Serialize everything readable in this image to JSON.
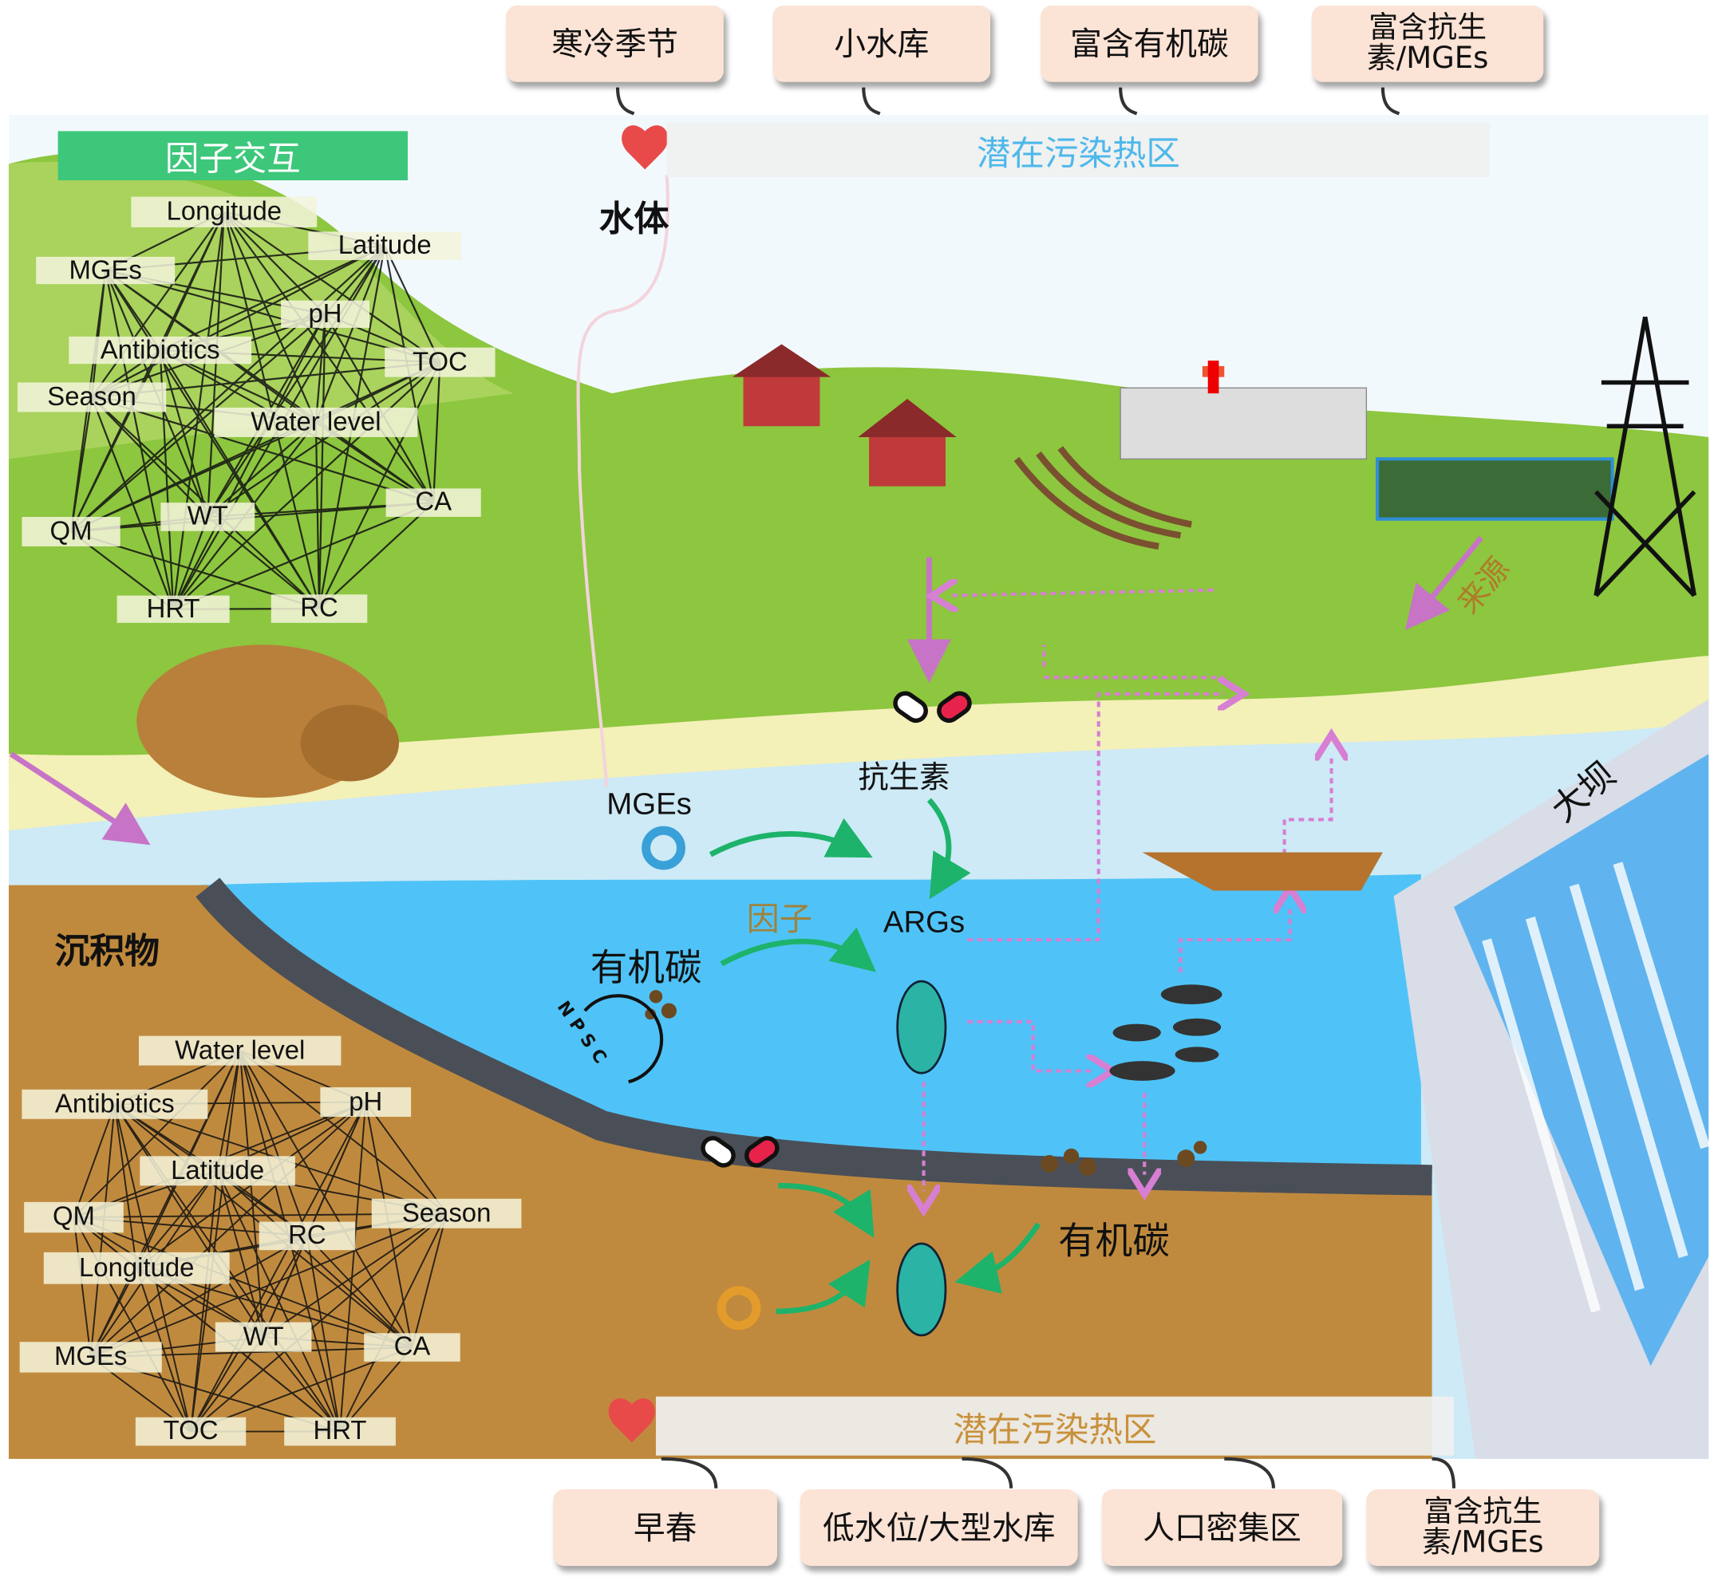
{
  "top_conditions": [
    "寒冷季节",
    "小水库",
    "富含有机碳",
    "富含抗生素/MGEs"
  ],
  "bottom_conditions": [
    "早春",
    "低水位/大型水库",
    "人口密集区",
    "富含抗生素/MGEs"
  ],
  "hotspot_top": {
    "label": "潜在污染热区",
    "color": "#4db8ea"
  },
  "hotspot_bottom": {
    "label": "潜在污染热区",
    "color": "#c8913a"
  },
  "factor_interaction_title": "因子交互",
  "zones": {
    "water": "水体",
    "sediment": "沉积物",
    "dam": "大坝",
    "source": "来源"
  },
  "network_water": [
    "Longitude",
    "Latitude",
    "MGEs",
    "pH",
    "Antibiotics",
    "TOC",
    "Season",
    "Water level",
    "CA",
    "QM",
    "WT",
    "HRT",
    "RC"
  ],
  "network_sediment": [
    "Water level",
    "Antibiotics",
    "pH",
    "Latitude",
    "QM",
    "Season",
    "RC",
    "Longitude",
    "WT",
    "CA",
    "MGEs",
    "TOC",
    "HRT"
  ],
  "labels": {
    "mges": "MGEs",
    "antibiotics": "抗生素",
    "args": "ARGs",
    "factor": "因子",
    "organic_carbon": "有机碳",
    "organic_carbon_sed": "有机碳",
    "cycle_letters": "N P S C"
  },
  "colors": {
    "green_arrow": "#1db36a",
    "pink_arrow": "#c774c6",
    "sediment": "#c08a3e",
    "water": "#4fc3f7",
    "grass": "#8dc63f"
  }
}
